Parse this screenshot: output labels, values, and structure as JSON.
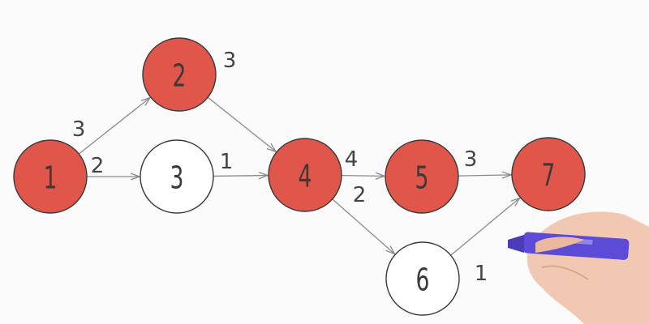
{
  "colors": {
    "critical": "#e0564a",
    "normal": "#ffffff",
    "stroke": "#3a3a3a",
    "edge": "#8a8a8a",
    "marker": "#5b4bd6"
  },
  "nodes": [
    {
      "id": "1",
      "label": "1",
      "critical": true
    },
    {
      "id": "2",
      "label": "2",
      "critical": true
    },
    {
      "id": "3",
      "label": "3",
      "critical": false
    },
    {
      "id": "4",
      "label": "4",
      "critical": true
    },
    {
      "id": "5",
      "label": "5",
      "critical": true
    },
    {
      "id": "6",
      "label": "6",
      "critical": false
    },
    {
      "id": "7",
      "label": "7",
      "critical": true
    }
  ],
  "edges": [
    {
      "from": "1",
      "to": "2",
      "weight": "3"
    },
    {
      "from": "1",
      "to": "3",
      "weight": "2"
    },
    {
      "from": "2",
      "to": "4",
      "weight": "3"
    },
    {
      "from": "3",
      "to": "4",
      "weight": "1"
    },
    {
      "from": "4",
      "to": "5",
      "weight": "4"
    },
    {
      "from": "4",
      "to": "6",
      "weight": "2"
    },
    {
      "from": "5",
      "to": "7",
      "weight": "3"
    },
    {
      "from": "6",
      "to": "7",
      "weight": "1"
    }
  ]
}
